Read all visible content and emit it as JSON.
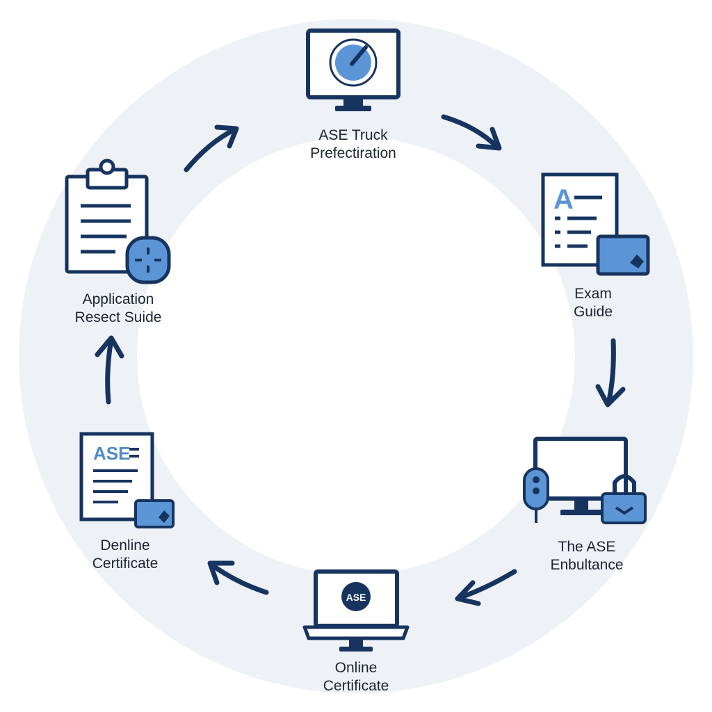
{
  "colors": {
    "navy": "#16345f",
    "accent": "#5b95d6",
    "ring": "#eef1f5",
    "text": "#1c2434"
  },
  "steps": [
    {
      "id": "ase-truck",
      "icon": "monitor-gauge-icon",
      "line1": "ASE Truck",
      "line2": "Prefectiration"
    },
    {
      "id": "exam-guide",
      "icon": "document-tablet-icon",
      "line1": "Exam",
      "line2": "Guide"
    },
    {
      "id": "the-ase",
      "icon": "monitor-lock-icon",
      "line1": "The ASE",
      "line2": "Enbultance"
    },
    {
      "id": "online-certificate",
      "icon": "laptop-ase-icon",
      "line1": "Online",
      "line2": "Certificate",
      "badge": "ASE"
    },
    {
      "id": "denline-certificate",
      "icon": "ase-document-icon",
      "line1": "Denline",
      "line2": "Certificate",
      "badge": "ASE"
    },
    {
      "id": "application",
      "icon": "clipboard-icon",
      "line1": "Application",
      "line2": "Resect Suide"
    }
  ]
}
